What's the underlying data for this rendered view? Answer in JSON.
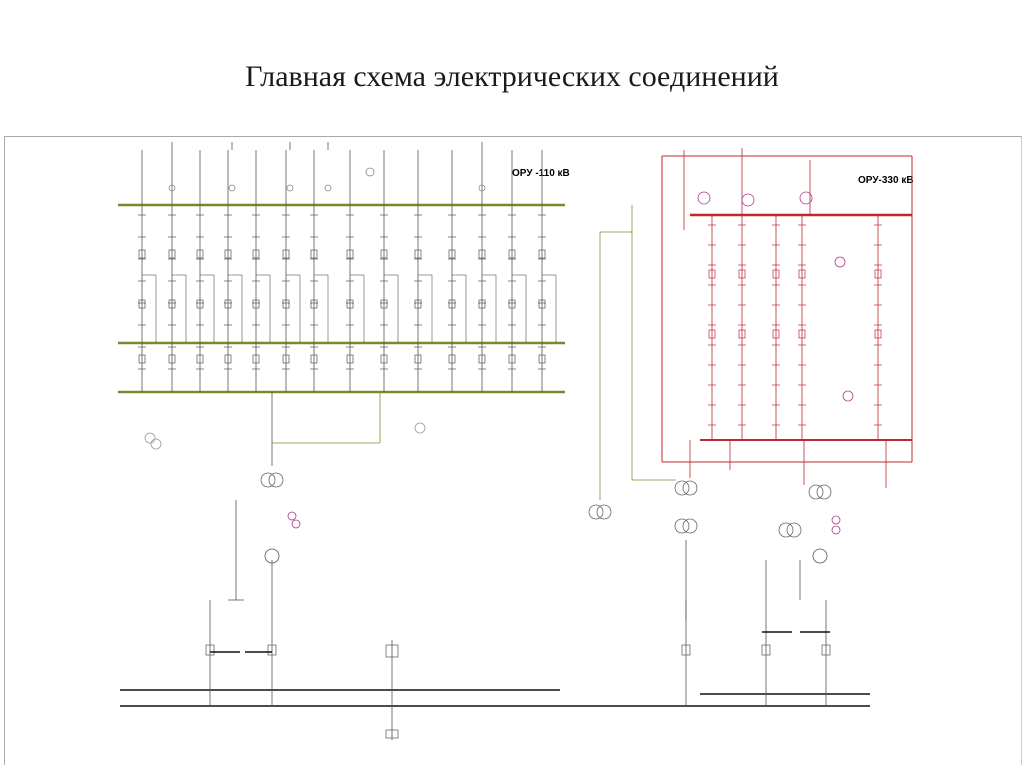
{
  "slide": {
    "title": "Главная схема электрических соединений"
  },
  "diagram": {
    "ory110": {
      "title": "ОРУ -110 кВ"
    },
    "ory330": {
      "title": "ОРУ-330 кВ"
    }
  },
  "colors": {
    "bus110": "#7a8a2a",
    "bus330": "#c0282e",
    "equipment": "#b03a8a",
    "wire": "#555555"
  }
}
